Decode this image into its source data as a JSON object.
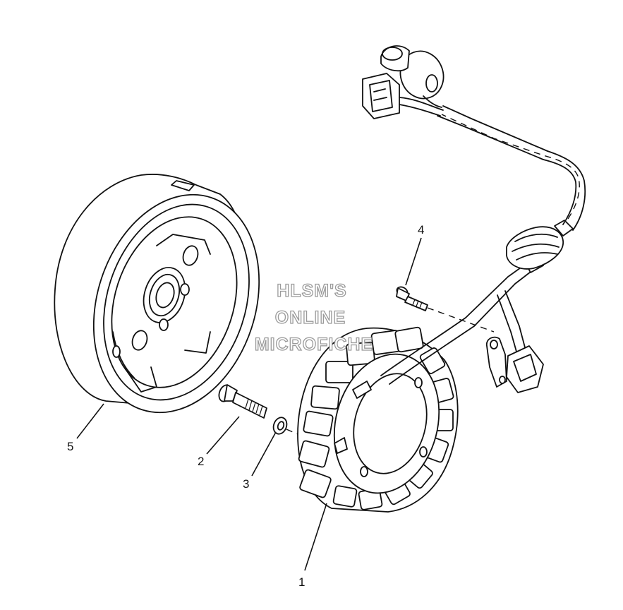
{
  "callouts": {
    "c1": "1",
    "c2": "2",
    "c3": "3",
    "c4": "4",
    "c5": "5"
  },
  "watermark": {
    "line1": "HLSM'S",
    "line2": "ONLINE",
    "line3": "MICROFICHE"
  },
  "colors": {
    "line": "#111111",
    "watermark_outline": "#9a9a9a",
    "background": "#ffffff"
  }
}
